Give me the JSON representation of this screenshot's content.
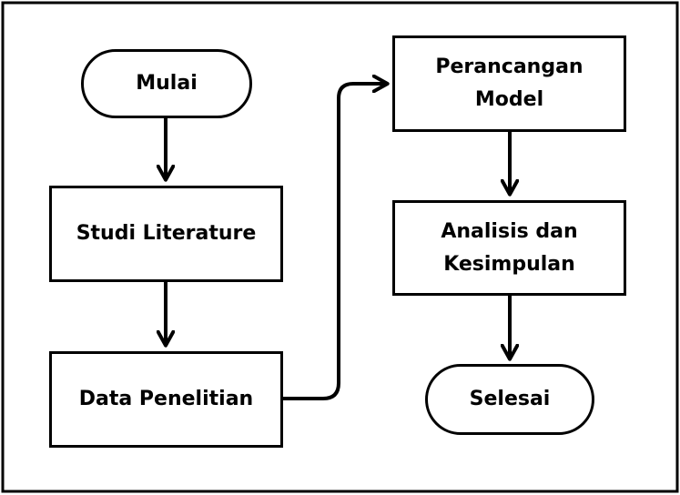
{
  "diagram": {
    "nodes": [
      {
        "id": "mulai",
        "label": "Mulai",
        "shape": "terminal"
      },
      {
        "id": "studi-literature",
        "label": "Studi Literature",
        "shape": "process"
      },
      {
        "id": "data-penelitian",
        "label": "Data Penelitian",
        "shape": "process"
      },
      {
        "id": "perancangan-model",
        "label": "Perancangan\nModel",
        "shape": "process"
      },
      {
        "id": "analisis-kesimpulan",
        "label": "Analisis dan\nKesimpulan",
        "shape": "process"
      },
      {
        "id": "selesai",
        "label": "Selesai",
        "shape": "terminal"
      }
    ],
    "edges": [
      {
        "from": "mulai",
        "to": "studi-literature"
      },
      {
        "from": "studi-literature",
        "to": "data-penelitian"
      },
      {
        "from": "data-penelitian",
        "to": "perancangan-model"
      },
      {
        "from": "perancangan-model",
        "to": "analisis-kesimpulan"
      },
      {
        "from": "analisis-kesimpulan",
        "to": "selesai"
      }
    ]
  }
}
